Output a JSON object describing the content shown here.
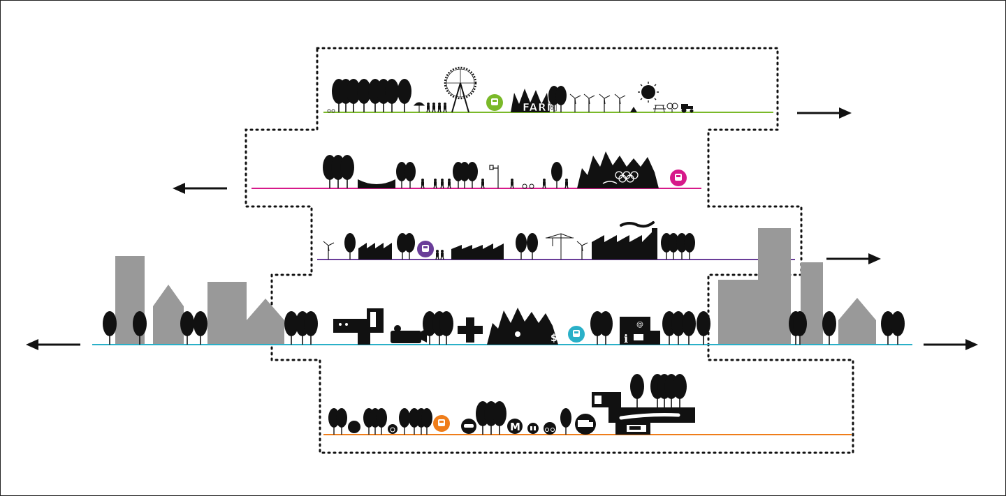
{
  "labels": {
    "farm": "FARM",
    "metro": "M",
    "money": "$",
    "at": "@",
    "info": "i"
  },
  "colors": {
    "green": "#7ab929",
    "magenta": "#d6198a",
    "purple": "#6a3d99",
    "cyan": "#2ab0c8",
    "orange": "#ef7d1a",
    "building_gray": "#999999",
    "ink": "#111111"
  },
  "icons": [
    "tree-icon",
    "ferris-wheel-icon",
    "wind-turbine-icon",
    "sun-icon",
    "tractor-icon",
    "tent-icon",
    "picnic-table-icon",
    "skate-ramp-icon",
    "olympic-rings-icon",
    "basketball-hoop-icon",
    "factory-icon",
    "crane-icon",
    "cross-icon",
    "tram-stop-icon",
    "car-icon",
    "bicycle-icon",
    "truck-icon",
    "wheelchair-icon",
    "metro-icon",
    "arrow-left-icon",
    "arrow-right-icon"
  ]
}
